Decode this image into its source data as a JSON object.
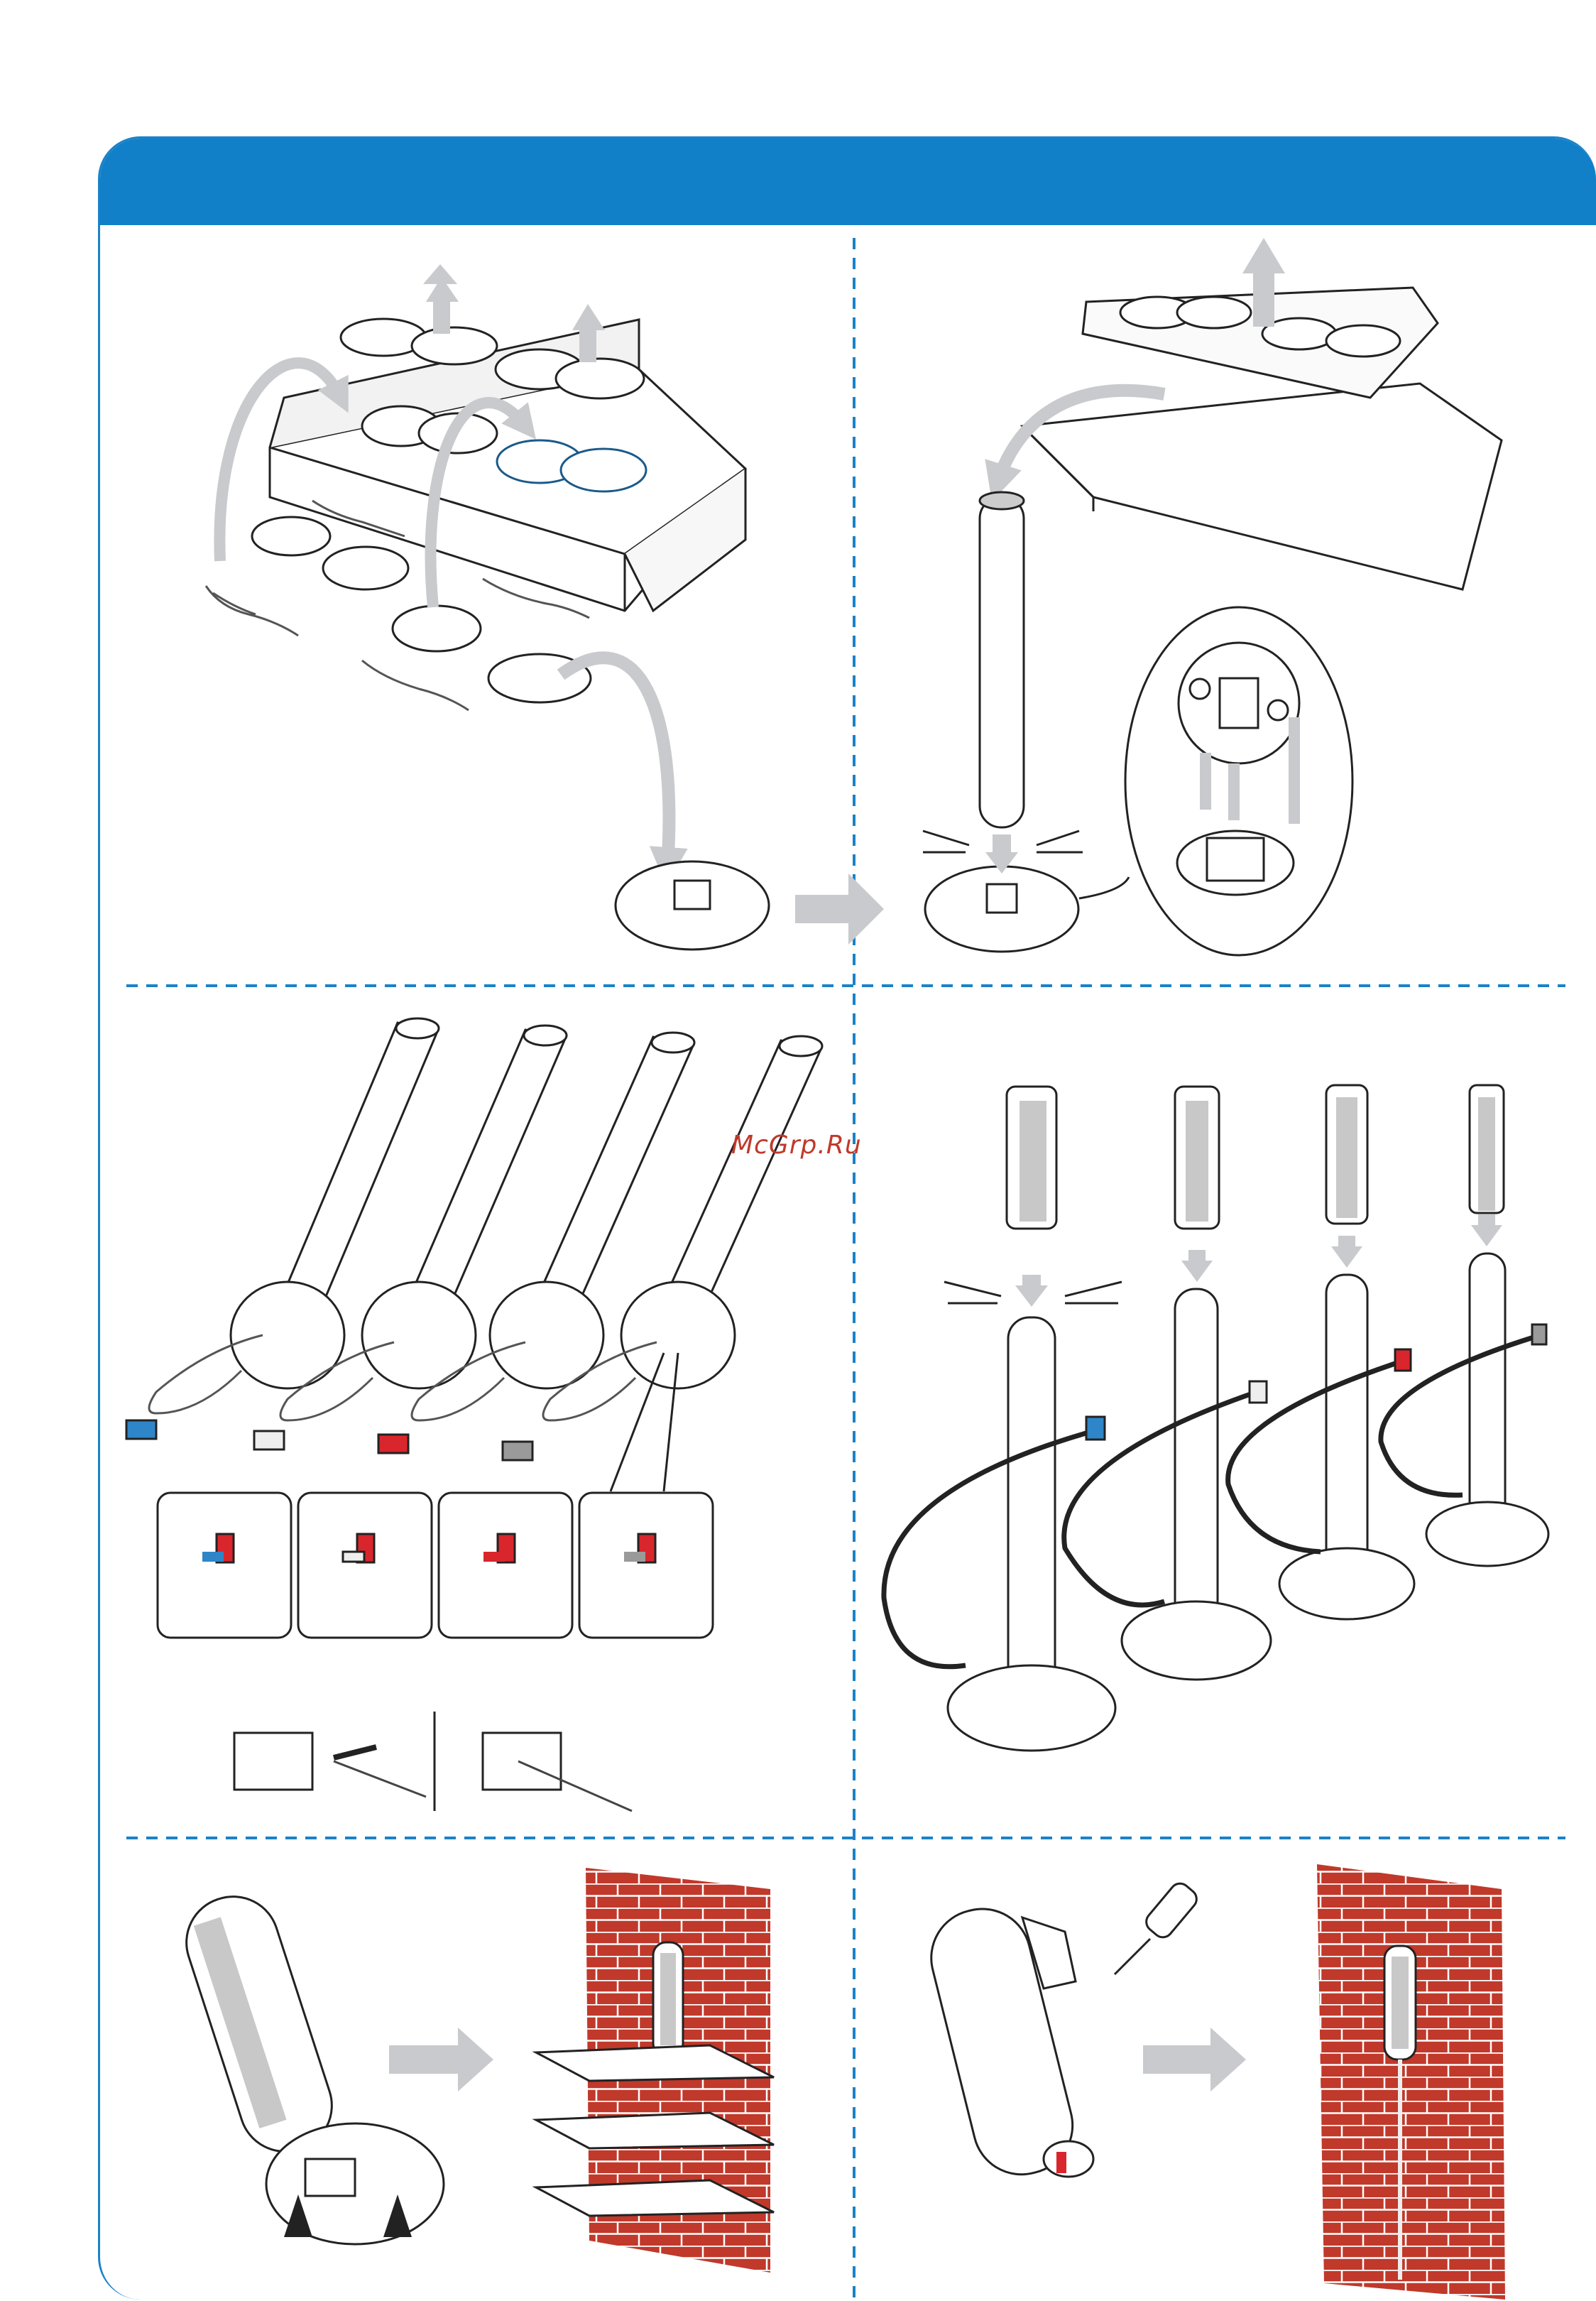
{
  "watermark": "McGrp.Ru",
  "colors": {
    "header": "#1180c8",
    "divider": "#1a82c8",
    "arrow": "#c8cacd",
    "brick": "#c0392b",
    "speaker": "#c8c8c8",
    "plug_blue": "#2e86c8",
    "plug_red": "#d9262c",
    "plug_white": "#eeeeee",
    "plug_grey": "#9a9a9a"
  },
  "panels": [
    {
      "id": "unpack-base",
      "icon": "box-open-icon"
    },
    {
      "id": "attach-stand",
      "icon": "stand-base-icon"
    },
    {
      "id": "connect-cables",
      "icon": "speaker-cable-icon"
    },
    {
      "id": "mount-speakers",
      "icon": "speaker-stand-icon"
    },
    {
      "id": "shelf-placement",
      "icon": "shelf-icon"
    },
    {
      "id": "wall-mount",
      "icon": "screwdriver-icon"
    }
  ]
}
